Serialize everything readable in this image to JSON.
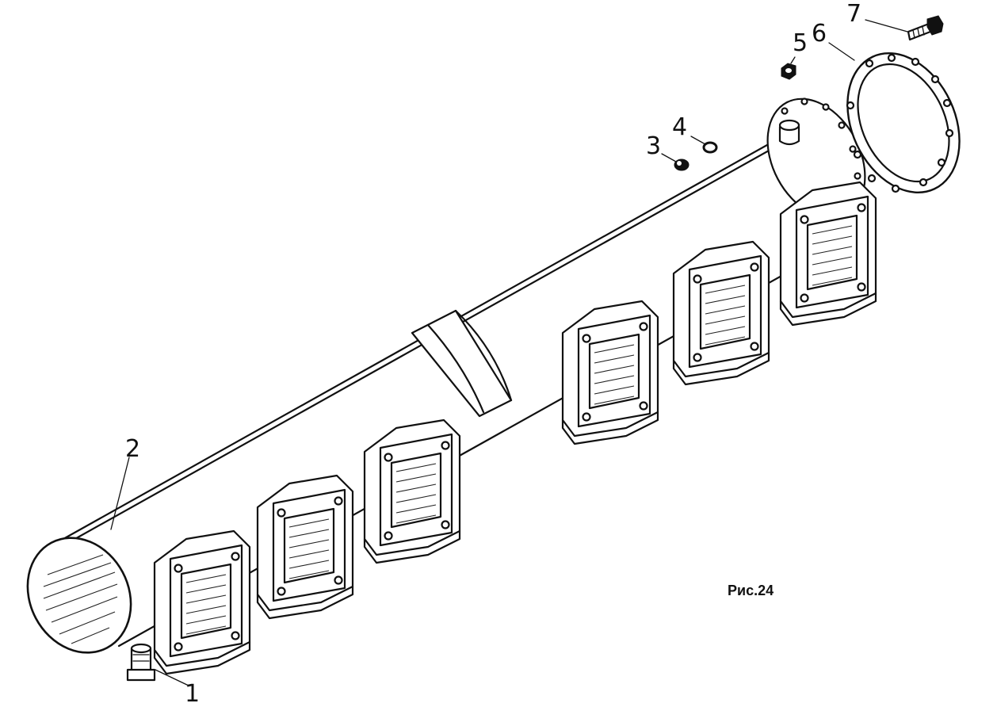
{
  "figure": {
    "caption": "Рис.24",
    "callouts": [
      {
        "id": "1",
        "text": "1"
      },
      {
        "id": "2",
        "text": "2"
      },
      {
        "id": "3",
        "text": "3"
      },
      {
        "id": "4",
        "text": "4"
      },
      {
        "id": "5",
        "text": "5"
      },
      {
        "id": "6",
        "text": "6"
      },
      {
        "id": "7",
        "text": "7"
      }
    ]
  }
}
